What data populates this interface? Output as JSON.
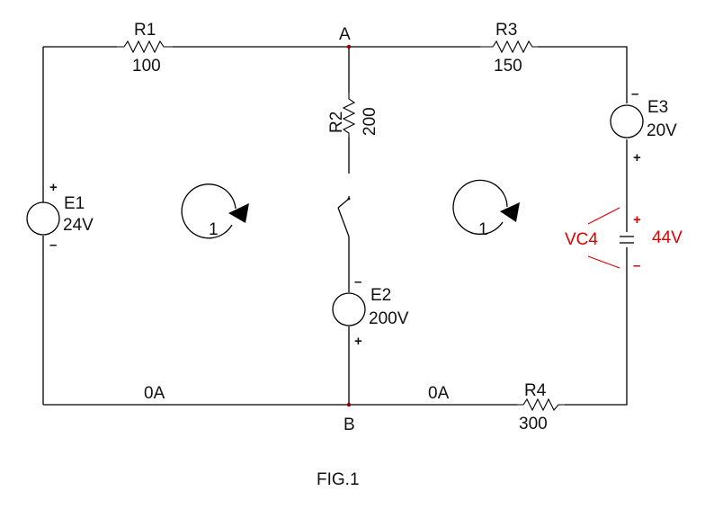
{
  "nodes": {
    "a": "A",
    "b": "B"
  },
  "resistors": {
    "r1": {
      "name": "R1",
      "value": "100"
    },
    "r2": {
      "name": "R2",
      "value": "200"
    },
    "r3": {
      "name": "R3",
      "value": "150"
    },
    "r4": {
      "name": "R4",
      "value": "300"
    }
  },
  "sources": {
    "e1": {
      "name": "E1",
      "value": "24V",
      "plus": "+",
      "minus": "–"
    },
    "e2": {
      "name": "E2",
      "value": "200V",
      "plus": "+",
      "minus": "–"
    },
    "e3": {
      "name": "E3",
      "value": "20V",
      "plus": "+",
      "minus": "–"
    }
  },
  "capacitor": {
    "name": "VC4",
    "value": "44V",
    "plus": "+",
    "minus": "–",
    "color": "#e00000"
  },
  "loops": {
    "left": "1",
    "right": "1"
  },
  "currents": {
    "left_bottom": "0A",
    "right_bottom": "0A"
  },
  "caption": "FIG.1"
}
